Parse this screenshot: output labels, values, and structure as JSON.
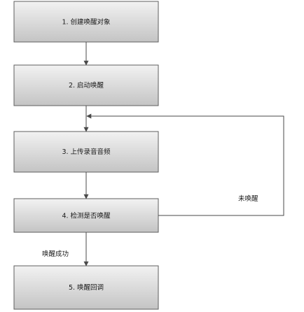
{
  "nodes": [
    {
      "label": "1. 创建唤醒对象"
    },
    {
      "label": "2. 启动唤醒"
    },
    {
      "label": "3. 上传录音音频"
    },
    {
      "label": "4. 检测是否唤醒"
    },
    {
      "label": "5. 唤醒回调"
    }
  ],
  "edges": {
    "not_woken": "未唤醒",
    "woken": "唤醒成功"
  },
  "colors": {
    "box_fill_top": "#f2f2f2",
    "box_fill_bottom": "#c4c4c4",
    "box_stroke": "#5f5f5f",
    "line": "#4a4a4a"
  }
}
